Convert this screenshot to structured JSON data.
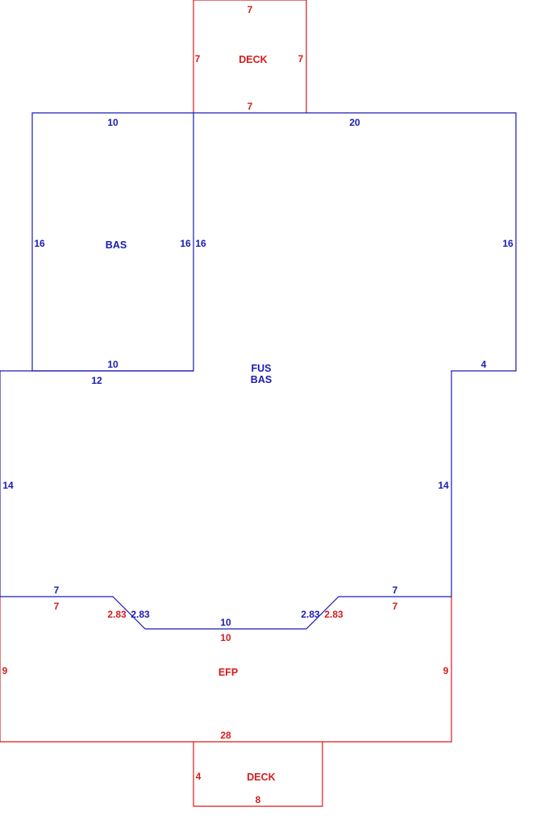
{
  "colors": {
    "main": "#1a1ab4",
    "secondary": "#d41c1c"
  },
  "areas": {
    "deck_top": "DECK",
    "bas_left": "BAS",
    "fus": "FUS",
    "bas_main": "BAS",
    "efp": "EFP",
    "deck_bottom": "DECK"
  },
  "dims": {
    "deck_top_top": "7",
    "deck_top_left": "7",
    "deck_top_right": "7",
    "deck_top_bottom": "7",
    "bas_left_top": "10",
    "bas_left_left": "16",
    "bas_left_right": "16",
    "bas_left_bottom": "10",
    "main_top": "20",
    "main_inner_left": "16",
    "main_right_upper": "16",
    "main_step": "4",
    "main_left_top": "12",
    "main_left": "14",
    "main_right_lower": "14",
    "main_bottom_left": "7",
    "main_bottom_right": "7",
    "main_chamfer_left": "2.83",
    "main_chamfer_right": "2.83",
    "main_bottom_center": "10",
    "efp_top_left": "7",
    "efp_top_right": "7",
    "efp_chamfer_left": "2.83",
    "efp_chamfer_right": "2.83",
    "efp_center": "10",
    "efp_left": "9",
    "efp_right": "9",
    "efp_bottom": "28",
    "deck_bottom_left": "4",
    "deck_bottom_bottom": "8"
  }
}
